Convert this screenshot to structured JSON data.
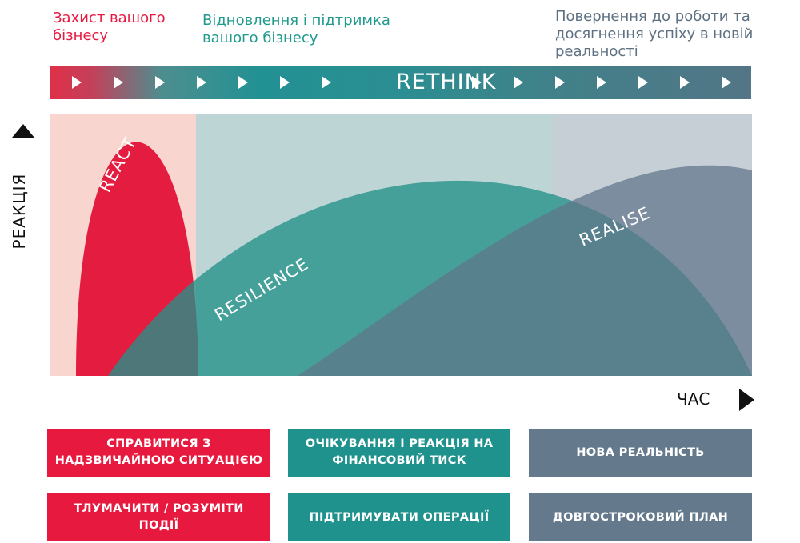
{
  "phases": [
    {
      "title": "Захист вашого бізнесу",
      "color": "#e8193f"
    },
    {
      "title": "Відновлення і підтримка вашого бізнесу",
      "color": "#1f9a8c"
    },
    {
      "title": "Повернення до роботи та досягнення успіху в новій реальності",
      "color": "#5e7182"
    }
  ],
  "banner": {
    "label": "RETHINK"
  },
  "curves": {
    "react": "REACT",
    "resilience": "RESILIENCE",
    "realise": "REALISE"
  },
  "axes": {
    "y_label": "РЕАКЦІЯ",
    "x_label": "ЧАС"
  },
  "boxes": {
    "row1": [
      "СПРАВИТИСЯ З НАДЗВИЧАЙНОЮ СИТУАЦІЄЮ",
      "ОЧІКУВАННЯ І РЕАКЦІЯ НА ФІНАНСОВИЙ ТИСК",
      "НОВА РЕАЛЬНІСТЬ"
    ],
    "row2": [
      "ТЛУМАЧИТИ / РОЗУМІТИ ПОДІЇ",
      "ПІДТРИМУВАТИ ОПЕРАЦІЇ",
      "ДОВГОСТРОКОВИЙ ПЛАН"
    ]
  },
  "colors": {
    "red": "#e8193f",
    "teal": "#20928d",
    "slate": "#647a8c"
  }
}
